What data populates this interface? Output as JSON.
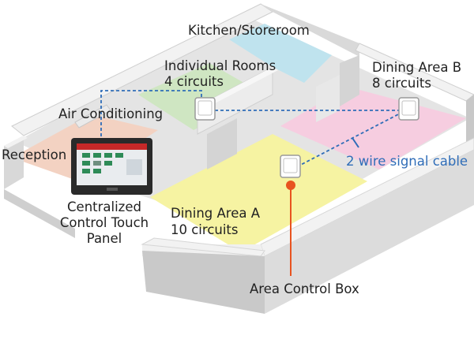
{
  "labels": {
    "kitchen": "Kitchen/Storeroom",
    "individual_rooms": "Individual Rooms",
    "individual_rooms_circuits": "4 circuits",
    "dining_b": "Dining Area B",
    "dining_b_circuits": "8 circuits",
    "air_conditioning": "Air Conditioning",
    "reception": "Reception",
    "panel_line1": "Centralized",
    "panel_line2": "Control Touch",
    "panel_line3": "Panel",
    "dining_a": "Dining Area A",
    "dining_a_circuits": "10 circuits",
    "signal_cable": "2 wire signal cable",
    "area_control_box": "Area Control Box"
  },
  "colors": {
    "kitchen_zone": "#bfe3ee",
    "individual_rooms_zone": "#cfe6c2",
    "reception_zone": "#f3d2c2",
    "dining_b_zone": "#f6cde0",
    "dining_a_zone": "#f6f3a2",
    "wall_top": "#f2f2f2",
    "wall_side": "#cfcfcf",
    "floor": "#e6e6e6",
    "signal_line": "#2f6db8",
    "callout": "#e8531f"
  }
}
